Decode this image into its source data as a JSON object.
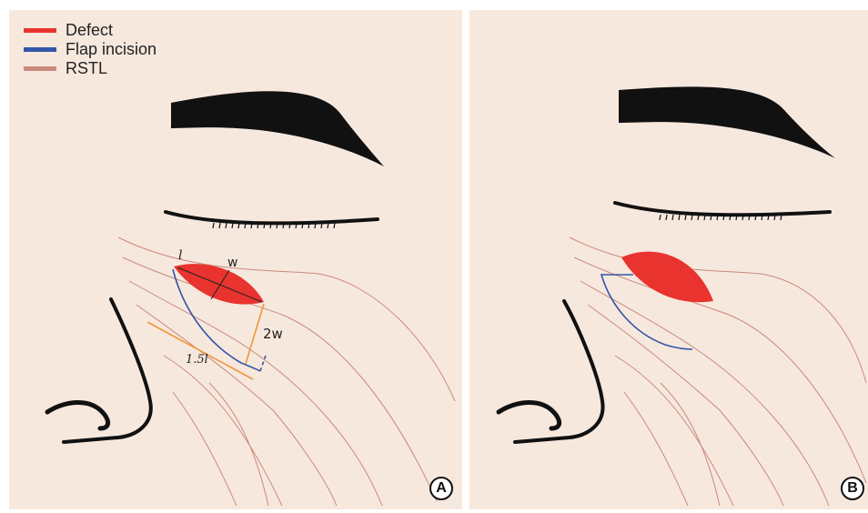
{
  "legend": {
    "items": [
      {
        "label": "Defect",
        "color": "#e8332e"
      },
      {
        "label": "Flap incision",
        "color": "#3456a8"
      },
      {
        "label": "RSTL",
        "color": "#c98a7c"
      }
    ]
  },
  "panels": {
    "a": {
      "badge": "A",
      "labels": {
        "length": "l",
        "width": "w",
        "two_w": "2w",
        "one_five_l": "1.5l"
      }
    },
    "b": {
      "badge": "B"
    }
  },
  "colors": {
    "background": "#f7e8de",
    "defect": "#e8332e",
    "flap_incision": "#3456a8",
    "rstl": "#c98a7c",
    "measurement": "#f0963a",
    "anatomy": "#111111"
  }
}
